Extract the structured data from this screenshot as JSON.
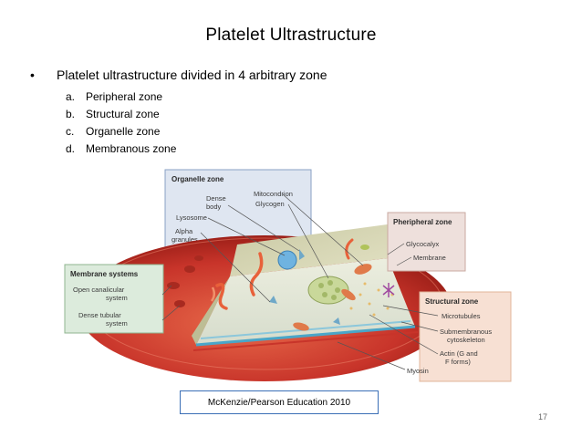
{
  "slide": {
    "title": "Platelet Ultrastructure",
    "bullet": "Platelet ultrastructure divided in 4 arbitrary zone",
    "sub_items": [
      {
        "letter": "a.",
        "text": "Peripheral zone"
      },
      {
        "letter": "b.",
        "text": "Structural zone"
      },
      {
        "letter": "c.",
        "text": "Organelle zone"
      },
      {
        "letter": "d.",
        "text": "Membranous zone"
      }
    ],
    "citation": "McKenzie/Pearson Education 2010",
    "page_number": "17"
  },
  "figure": {
    "organelle_zone": {
      "title": "Organelle zone",
      "labels": [
        "Dense",
        "body",
        "Mitocondrion",
        "Glycogen",
        "Lysosome",
        "Alpha",
        "granules"
      ]
    },
    "peripheral_zone": {
      "title": "Pheripheral zone",
      "labels": [
        "Glycocalyx",
        "Membrane"
      ]
    },
    "membrane_systems": {
      "title": "Membrane systems",
      "labels": [
        "Open canalicular",
        "system",
        "Dense tubular",
        "system"
      ]
    },
    "structural_zone": {
      "title": "Structural zone",
      "labels": [
        "Microtubules",
        "Submembranous",
        "cytoskeleton",
        "Actin (G and",
        "F forms)",
        "Myosin"
      ]
    },
    "colors": {
      "organelle_box": "#dfe6f1",
      "peripheral_box": "#eee0dc",
      "membrane_box": "#dcebdc",
      "structural_box": "#f7e0d3",
      "cell_outer": "#c8342a",
      "cytoplasm": "#dcdcbe"
    }
  }
}
